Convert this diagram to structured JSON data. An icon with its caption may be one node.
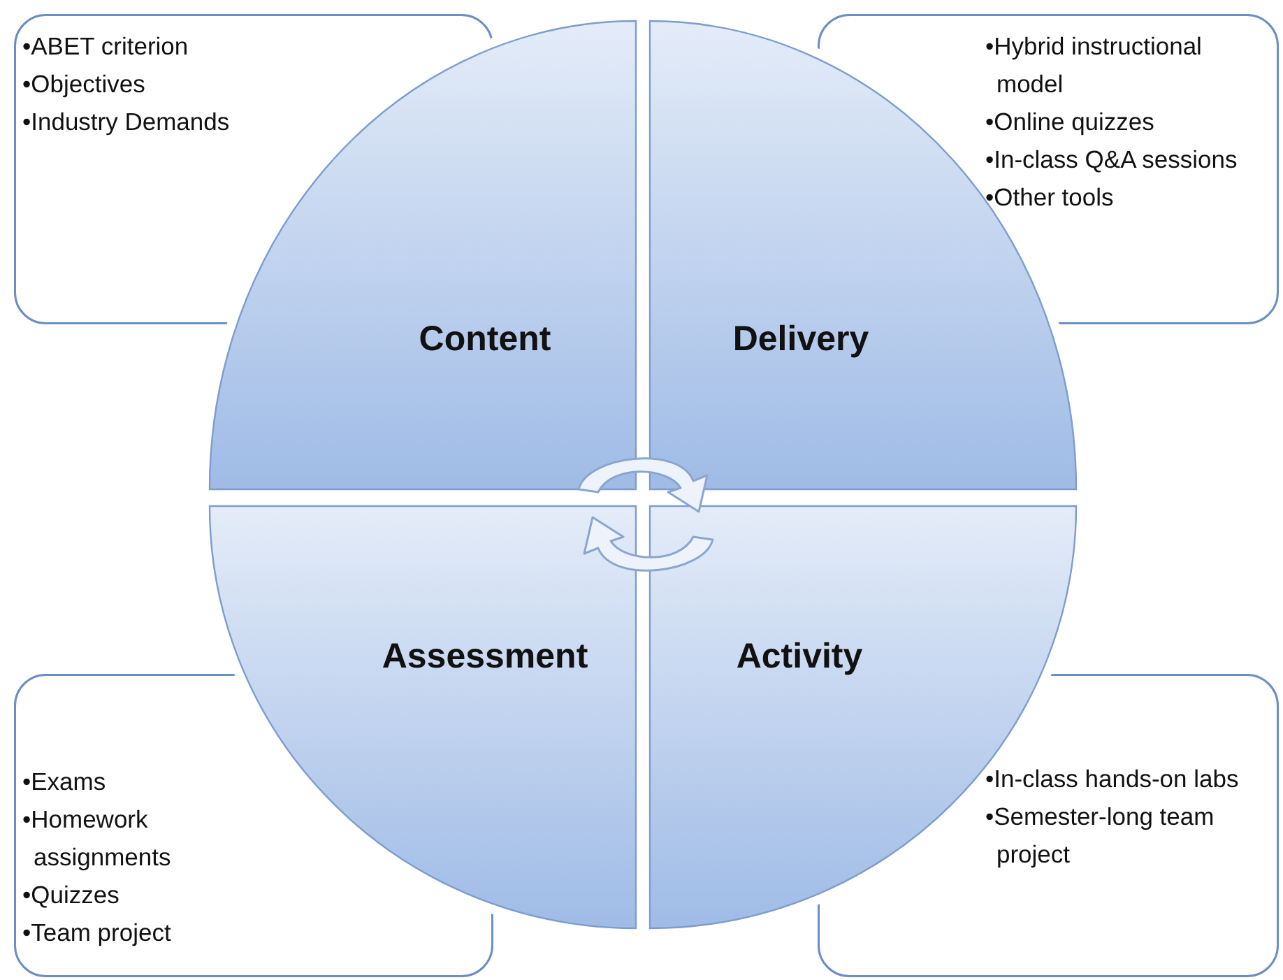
{
  "diagram": {
    "nodes": [
      {
        "text": [
          "•ABET criterion",
          "•Objectives",
          "•Industry Demands"
        ]
      },
      {
        "text": [
          "•Hybrid instructional model",
          "•Online quizzes",
          "•In-class Q&A sessions",
          "•Other tools"
        ]
      },
      {
        "text": [
          "Content"
        ]
      },
      {
        "text": [
          "Delivery"
        ]
      },
      {
        "text": [
          "Assessment"
        ]
      },
      {
        "text": [
          "Activity"
        ]
      },
      {
        "text": [
          "•Exams",
          "•Homework assignments",
          "•Quizzes",
          "•Team project"
        ]
      },
      {
        "text": [
          "•In-class hands-on labs",
          "•Semester-long team project"
        ]
      }
    ]
  }
}
